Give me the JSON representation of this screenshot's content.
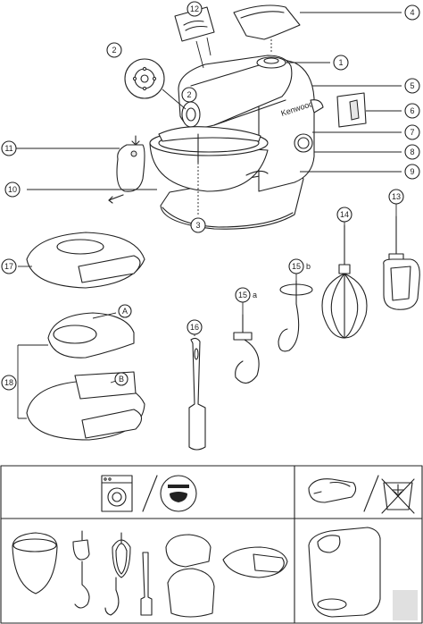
{
  "callouts": [
    {
      "id": "c1",
      "label": "1"
    },
    {
      "id": "c2a",
      "label": "2"
    },
    {
      "id": "c2b",
      "label": "2"
    },
    {
      "id": "c3",
      "label": "3"
    },
    {
      "id": "c4",
      "label": "4"
    },
    {
      "id": "c5",
      "label": "5"
    },
    {
      "id": "c6",
      "label": "6"
    },
    {
      "id": "c7",
      "label": "7"
    },
    {
      "id": "c8",
      "label": "8"
    },
    {
      "id": "c9",
      "label": "9"
    },
    {
      "id": "c10",
      "label": "10"
    },
    {
      "id": "c11",
      "label": "11"
    },
    {
      "id": "c12",
      "label": "12"
    },
    {
      "id": "c13",
      "label": "13"
    },
    {
      "id": "c14",
      "label": "14"
    },
    {
      "id": "c15a",
      "label": "15"
    },
    {
      "id": "c15b",
      "label": "15"
    },
    {
      "id": "c16",
      "label": "16"
    },
    {
      "id": "c17",
      "label": "17"
    },
    {
      "id": "c18",
      "label": "18"
    },
    {
      "id": "cA",
      "label": "A"
    },
    {
      "id": "cB",
      "label": "B"
    }
  ],
  "sublabels": {
    "a": "a",
    "b": "b"
  },
  "brand_text": "Kenwood",
  "icons": [
    "dishwasher-safe-icon",
    "top-shelf-icon",
    "hand-wash-icon",
    "not-dishwasher-safe-icon"
  ]
}
